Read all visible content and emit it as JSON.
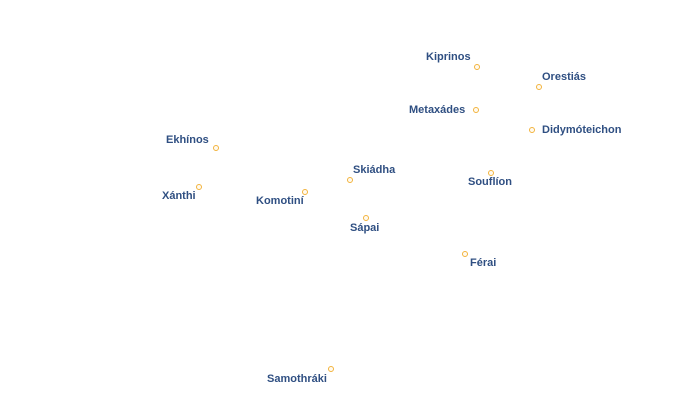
{
  "map": {
    "places": [
      {
        "id": "kiprinos",
        "name": "Kiprinos"
      },
      {
        "id": "orestias",
        "name": "Orestiás"
      },
      {
        "id": "metaxades",
        "name": "Metaxádes"
      },
      {
        "id": "didymoteichon",
        "name": "Didymóteichon"
      },
      {
        "id": "ekhinos",
        "name": "Ekhínos"
      },
      {
        "id": "skiadha",
        "name": "Skiádha"
      },
      {
        "id": "souflion",
        "name": "Souflíon"
      },
      {
        "id": "xanthi",
        "name": "Xánthi"
      },
      {
        "id": "komotini",
        "name": "Komotiní"
      },
      {
        "id": "sapai",
        "name": "Sápai"
      },
      {
        "id": "ferai",
        "name": "Férai"
      },
      {
        "id": "samothraki",
        "name": "Samothráki"
      }
    ],
    "colors": {
      "marker": "#f2b33d",
      "label": "#2f4f82",
      "halo": "#ffffff",
      "background": "#ffffff"
    }
  }
}
